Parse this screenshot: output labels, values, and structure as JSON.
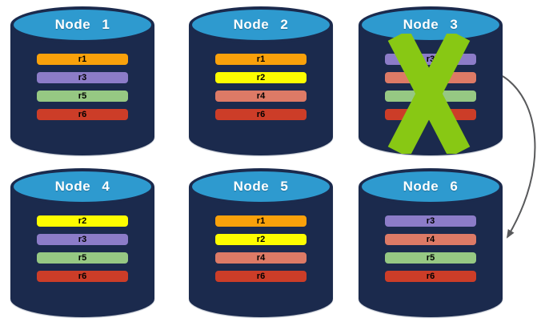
{
  "palette": {
    "background": "#FFFFFF",
    "cylinder_body": "#1B2A4D",
    "cylinder_top": "#2E9ACF",
    "cylinder_top_stroke": "#1B2A4D",
    "node_title_color": "#FFFFFF",
    "replica_label_color": "#000000",
    "failure_cross": "#88C814",
    "arrow": "#58595B"
  },
  "replica_colors": {
    "r1": "#F9A10B",
    "r2": "#FDFD00",
    "r3": "#8C7CC8",
    "r4": "#DD7A66",
    "r5": "#96C883",
    "r6": "#CC3D28"
  },
  "nodes": [
    {
      "title": "Node 1",
      "failed": false,
      "replicas": [
        {
          "label": "r1",
          "color": "#F9A10B"
        },
        {
          "label": "r3",
          "color": "#8C7CC8"
        },
        {
          "label": "r5",
          "color": "#96C883"
        },
        {
          "label": "r6",
          "color": "#CC3D28"
        }
      ]
    },
    {
      "title": "Node 2",
      "failed": false,
      "replicas": [
        {
          "label": "r1",
          "color": "#F9A10B"
        },
        {
          "label": "r2",
          "color": "#FDFD00"
        },
        {
          "label": "r4",
          "color": "#DD7A66"
        },
        {
          "label": "r6",
          "color": "#CC3D28"
        }
      ]
    },
    {
      "title": "Node 3",
      "failed": true,
      "replicas": [
        {
          "label": "r3",
          "color": "#8C7CC8"
        },
        {
          "label": "r4",
          "color": "#DD7A66"
        },
        {
          "label": "r5",
          "color": "#96C883"
        },
        {
          "label": "r6",
          "color": "#CC3D28"
        }
      ]
    },
    {
      "title": "Node 4",
      "failed": false,
      "replicas": [
        {
          "label": "r2",
          "color": "#FDFD00"
        },
        {
          "label": "r3",
          "color": "#8C7CC8"
        },
        {
          "label": "r5",
          "color": "#96C883"
        },
        {
          "label": "r6",
          "color": "#CC3D28"
        }
      ]
    },
    {
      "title": "Node 5",
      "failed": false,
      "replicas": [
        {
          "label": "r1",
          "color": "#F9A10B"
        },
        {
          "label": "r2",
          "color": "#FDFD00"
        },
        {
          "label": "r4",
          "color": "#DD7A66"
        },
        {
          "label": "r6",
          "color": "#CC3D28"
        }
      ]
    },
    {
      "title": "Node 6",
      "failed": false,
      "replicas": [
        {
          "label": "r3",
          "color": "#8C7CC8"
        },
        {
          "label": "r4",
          "color": "#DD7A66"
        },
        {
          "label": "r5",
          "color": "#96C883"
        },
        {
          "label": "r6",
          "color": "#CC3D28"
        }
      ]
    }
  ],
  "arrow": {
    "from": "Node 3",
    "to": "Node 6"
  }
}
